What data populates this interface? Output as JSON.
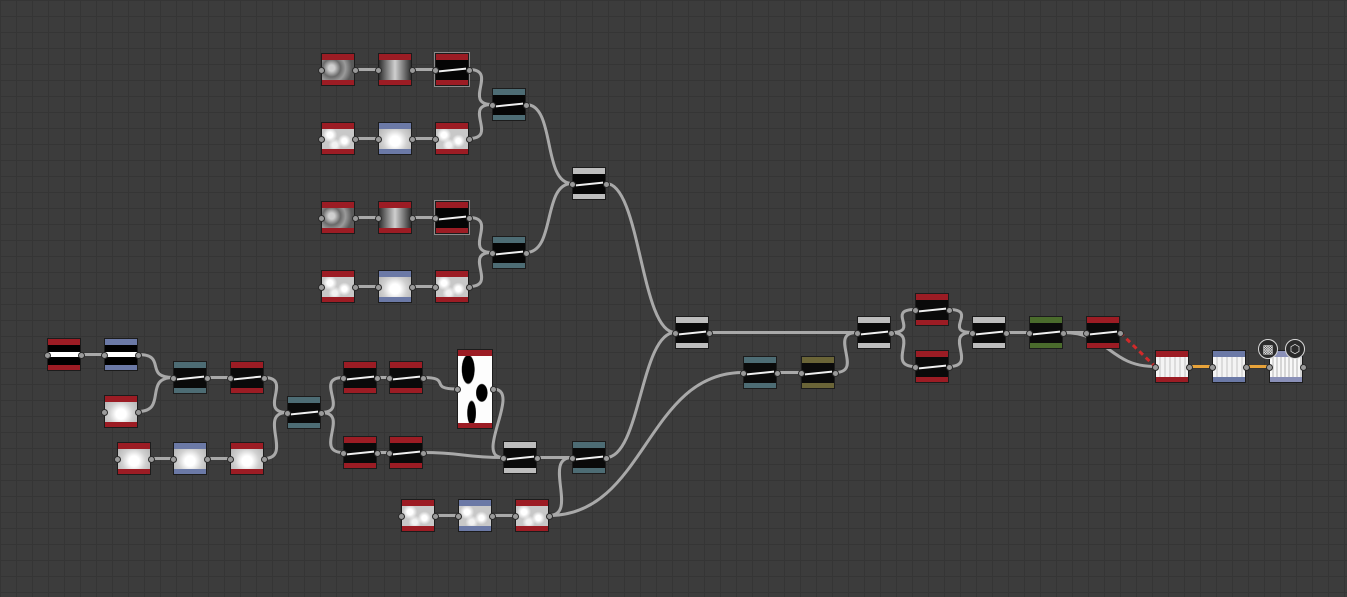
{
  "app": "node-graph-editor",
  "colors": {
    "background": "#3c3c3c",
    "wire": "#a9a9a9",
    "wire_active": "#e8a33a",
    "wire_invalid": "#d12a2a",
    "hdr_red": "#9c1c24",
    "hdr_blue": "#6b79a6",
    "hdr_teal": "#4d6c74",
    "hdr_gray": "#bdbdbd",
    "hdr_green": "#4a6b2c",
    "hdr_olive": "#6a6437",
    "hdr_output": "#8a90b8"
  },
  "output_icons": [
    {
      "name": "checker-preview-icon",
      "glyph": "▩"
    },
    {
      "name": "3d-view-icon",
      "glyph": "⬡"
    }
  ],
  "nodes": [
    {
      "id": "n1",
      "color": "hdr_red",
      "thumb": "th-noise"
    },
    {
      "id": "n2",
      "color": "hdr_red",
      "thumb": "th-wave"
    },
    {
      "id": "n3",
      "color": "hdr_red",
      "thumb": "th-line"
    },
    {
      "id": "n4",
      "color": "hdr_red",
      "thumb": "th-cell"
    },
    {
      "id": "n5",
      "color": "hdr_blue",
      "thumb": "th-cloud"
    },
    {
      "id": "n6",
      "color": "hdr_red",
      "thumb": "th-cell"
    },
    {
      "id": "n7",
      "color": "hdr_teal",
      "thumb": "th-line"
    },
    {
      "id": "n8",
      "color": "hdr_red",
      "thumb": "th-noise"
    },
    {
      "id": "n9",
      "color": "hdr_red",
      "thumb": "th-wave"
    },
    {
      "id": "n10",
      "color": "hdr_red",
      "thumb": "th-line"
    },
    {
      "id": "n11",
      "color": "hdr_red",
      "thumb": "th-cell"
    },
    {
      "id": "n12",
      "color": "hdr_blue",
      "thumb": "th-cloud"
    },
    {
      "id": "n13",
      "color": "hdr_red",
      "thumb": "th-cell"
    },
    {
      "id": "n14",
      "color": "hdr_teal",
      "thumb": "th-line"
    },
    {
      "id": "n15",
      "color": "hdr_gray",
      "thumb": "th-line"
    },
    {
      "id": "n16",
      "color": "hdr_red",
      "thumb": "th-band"
    },
    {
      "id": "n17",
      "color": "hdr_blue",
      "thumb": "th-band"
    },
    {
      "id": "n18",
      "color": "hdr_red",
      "thumb": "th-cloud"
    },
    {
      "id": "n19",
      "color": "hdr_teal",
      "thumb": "th-crack"
    },
    {
      "id": "n20",
      "color": "hdr_red",
      "thumb": "th-crack"
    },
    {
      "id": "n21",
      "color": "hdr_red",
      "thumb": "th-cloud"
    },
    {
      "id": "n22",
      "color": "hdr_blue",
      "thumb": "th-cloud"
    },
    {
      "id": "n23",
      "color": "hdr_red",
      "thumb": "th-cloud"
    },
    {
      "id": "n24",
      "color": "hdr_teal",
      "thumb": "th-crack"
    },
    {
      "id": "n25",
      "color": "hdr_red",
      "thumb": "th-crack"
    },
    {
      "id": "n26",
      "color": "hdr_red",
      "thumb": "th-crack"
    },
    {
      "id": "n27",
      "color": "hdr_red",
      "thumb": "th-tall"
    },
    {
      "id": "n28",
      "color": "hdr_red",
      "thumb": "th-crack"
    },
    {
      "id": "n29",
      "color": "hdr_red",
      "thumb": "th-crack"
    },
    {
      "id": "n30",
      "color": "hdr_gray",
      "thumb": "th-crack"
    },
    {
      "id": "n31",
      "color": "hdr_teal",
      "thumb": "th-crack"
    },
    {
      "id": "n32",
      "color": "hdr_red",
      "thumb": "th-cell"
    },
    {
      "id": "n33",
      "color": "hdr_blue",
      "thumb": "th-cell"
    },
    {
      "id": "n34",
      "color": "hdr_red",
      "thumb": "th-cell"
    },
    {
      "id": "n35",
      "color": "hdr_gray",
      "thumb": "th-crack"
    },
    {
      "id": "n36",
      "color": "hdr_teal",
      "thumb": "th-crack"
    },
    {
      "id": "n37",
      "color": "hdr_olive",
      "thumb": "th-crack"
    },
    {
      "id": "n38",
      "color": "hdr_gray",
      "thumb": "th-crack"
    },
    {
      "id": "n39",
      "color": "hdr_red",
      "thumb": "th-crack"
    },
    {
      "id": "n40",
      "color": "hdr_red",
      "thumb": "th-crack"
    },
    {
      "id": "n41",
      "color": "hdr_gray",
      "thumb": "th-crack"
    },
    {
      "id": "n42",
      "color": "hdr_green",
      "thumb": "th-crack"
    },
    {
      "id": "n43",
      "color": "hdr_red",
      "thumb": "th-crack"
    },
    {
      "id": "n44",
      "color": "hdr_red",
      "thumb": "th-white"
    },
    {
      "id": "n45",
      "color": "hdr_blue",
      "thumb": "th-white"
    },
    {
      "id": "n46",
      "color": "hdr_output",
      "thumb": "th-out"
    }
  ],
  "edges": [
    [
      "n1",
      "n2"
    ],
    [
      "n2",
      "n3"
    ],
    [
      "n3",
      "n7"
    ],
    [
      "n4",
      "n5"
    ],
    [
      "n5",
      "n6"
    ],
    [
      "n6",
      "n7"
    ],
    [
      "n7",
      "n15"
    ],
    [
      "n8",
      "n9"
    ],
    [
      "n9",
      "n10"
    ],
    [
      "n10",
      "n14"
    ],
    [
      "n11",
      "n12"
    ],
    [
      "n12",
      "n13"
    ],
    [
      "n13",
      "n14"
    ],
    [
      "n14",
      "n15"
    ],
    [
      "n15",
      "n35"
    ],
    [
      "n16",
      "n17"
    ],
    [
      "n17",
      "n19"
    ],
    [
      "n18",
      "n19"
    ],
    [
      "n19",
      "n20"
    ],
    [
      "n20",
      "n24"
    ],
    [
      "n21",
      "n22"
    ],
    [
      "n22",
      "n23"
    ],
    [
      "n23",
      "n24"
    ],
    [
      "n24",
      "n25"
    ],
    [
      "n24",
      "n28"
    ],
    [
      "n25",
      "n26"
    ],
    [
      "n26",
      "n27"
    ],
    [
      "n27",
      "n30"
    ],
    [
      "n28",
      "n29"
    ],
    [
      "n29",
      "n30"
    ],
    [
      "n30",
      "n31"
    ],
    [
      "n32",
      "n33"
    ],
    [
      "n33",
      "n34"
    ],
    [
      "n34",
      "n31"
    ],
    [
      "n34",
      "n36"
    ],
    [
      "n31",
      "n35"
    ],
    [
      "n35",
      "n38"
    ],
    [
      "n36",
      "n37"
    ],
    [
      "n37",
      "n38"
    ],
    [
      "n38",
      "n39"
    ],
    [
      "n38",
      "n40"
    ],
    [
      "n39",
      "n41"
    ],
    [
      "n40",
      "n41"
    ],
    [
      "n41",
      "n42"
    ],
    [
      "n42",
      "n43"
    ],
    [
      "n42",
      "n44"
    ]
  ],
  "special_edges": [
    {
      "from": "n43",
      "to": "n44",
      "kind": "wire_invalid"
    },
    {
      "from": "n44",
      "to": "n45",
      "kind": "wire_active"
    },
    {
      "from": "n45",
      "to": "n46",
      "kind": "wire_active"
    }
  ]
}
